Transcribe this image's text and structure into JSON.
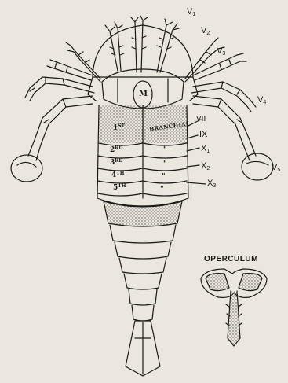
{
  "labels": {
    "v1": {
      "base": "V",
      "sub": "1"
    },
    "v2": {
      "base": "V",
      "sub": "2"
    },
    "v3": {
      "base": "V",
      "sub": "3"
    },
    "v4": {
      "base": "V",
      "sub": "4"
    },
    "v5": {
      "base": "V",
      "sub": "5"
    },
    "vii": "VII",
    "ix": "IX",
    "x1": {
      "base": "X",
      "sub": "1"
    },
    "x2": {
      "base": "X",
      "sub": "2"
    },
    "x3": {
      "base": "X",
      "sub": "3"
    },
    "m": "M",
    "operculum": "OPERCULUM",
    "branchial": "BRANCHIAL",
    "segments": [
      {
        "num": "1",
        "suf": "ST"
      },
      {
        "num": "2",
        "suf": "RD"
      },
      {
        "num": "3",
        "suf": "RD"
      },
      {
        "num": "4",
        "suf": "TH"
      },
      {
        "num": "5",
        "suf": "TH"
      }
    ],
    "ditto": "\""
  },
  "colors": {
    "ink": "#1c1a17",
    "paper": "#ebe7de",
    "stipple": "#5a564f"
  }
}
